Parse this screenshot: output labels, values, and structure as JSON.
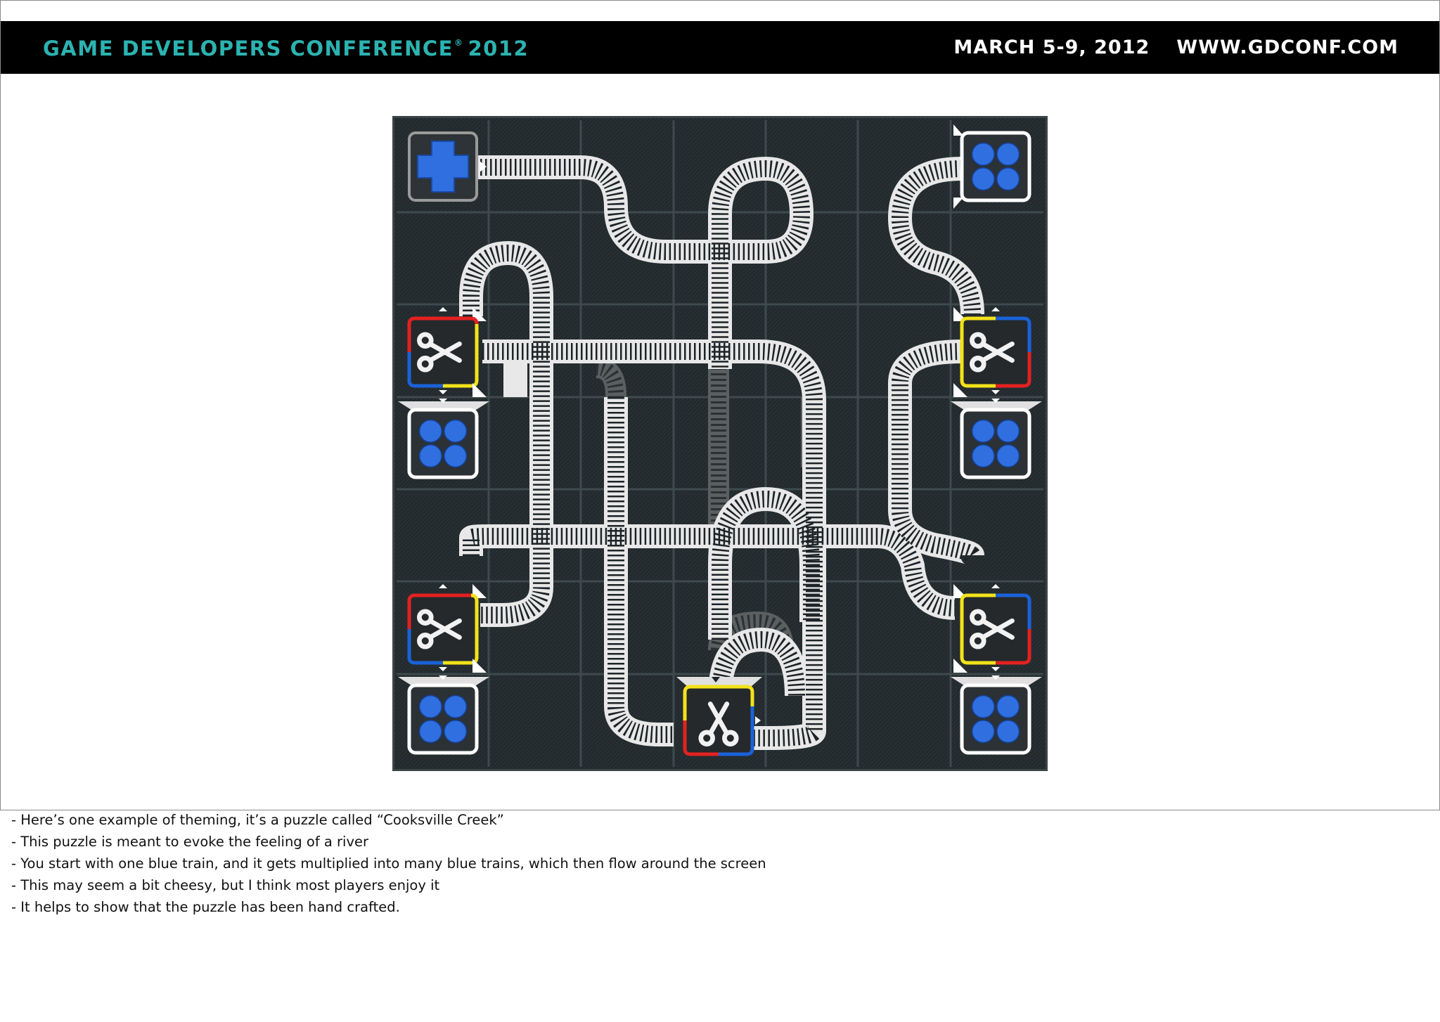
{
  "header": {
    "title": "GAME DEVELOPERS CONFERENCE",
    "reg_mark": "®",
    "year": "2012",
    "dates": "MARCH 5-9, 2012",
    "website": "WWW.GDCONF.COM"
  },
  "puzzle": {
    "name": "Cooksville Creek",
    "grid_cols": 7,
    "grid_rows": 7,
    "colors": {
      "board_bg": "#22282b",
      "grid_line": "#3e4a4d",
      "track_rail": "#e8e8e8",
      "train_blue": "#2f6fe0",
      "splitter_red": "#e32121",
      "splitter_yellow": "#f2e21a",
      "splitter_blue": "#1b62d9"
    },
    "start_station": {
      "color": "blue",
      "icon": "plus-icon"
    },
    "splitters": [
      {
        "icon": "scissors-icon",
        "position": "left-upper"
      },
      {
        "icon": "scissors-icon",
        "position": "left-lower"
      },
      {
        "icon": "scissors-icon",
        "position": "bottom-center"
      },
      {
        "icon": "scissors-icon",
        "position": "right-upper"
      },
      {
        "icon": "scissors-icon",
        "position": "right-lower"
      }
    ],
    "goal_stations": [
      {
        "color": "blue",
        "trains_required": 4,
        "position": "top-right"
      },
      {
        "color": "blue",
        "trains_required": 4,
        "position": "left-middle"
      },
      {
        "color": "blue",
        "trains_required": 4,
        "position": "left-bottom"
      },
      {
        "color": "blue",
        "trains_required": 4,
        "position": "right-middle"
      },
      {
        "color": "blue",
        "trains_required": 4,
        "position": "right-bottom"
      }
    ]
  },
  "notes": [
    "- Here’s one example of theming, it’s a puzzle called “Cooksville Creek”",
    "- This puzzle is meant to evoke the feeling of a river",
    "- You start with one blue train, and it gets multiplied into many blue trains, which then flow around the screen",
    "- This may seem a bit cheesy, but I think most players enjoy it",
    "- It helps to show that the puzzle has been hand crafted."
  ]
}
